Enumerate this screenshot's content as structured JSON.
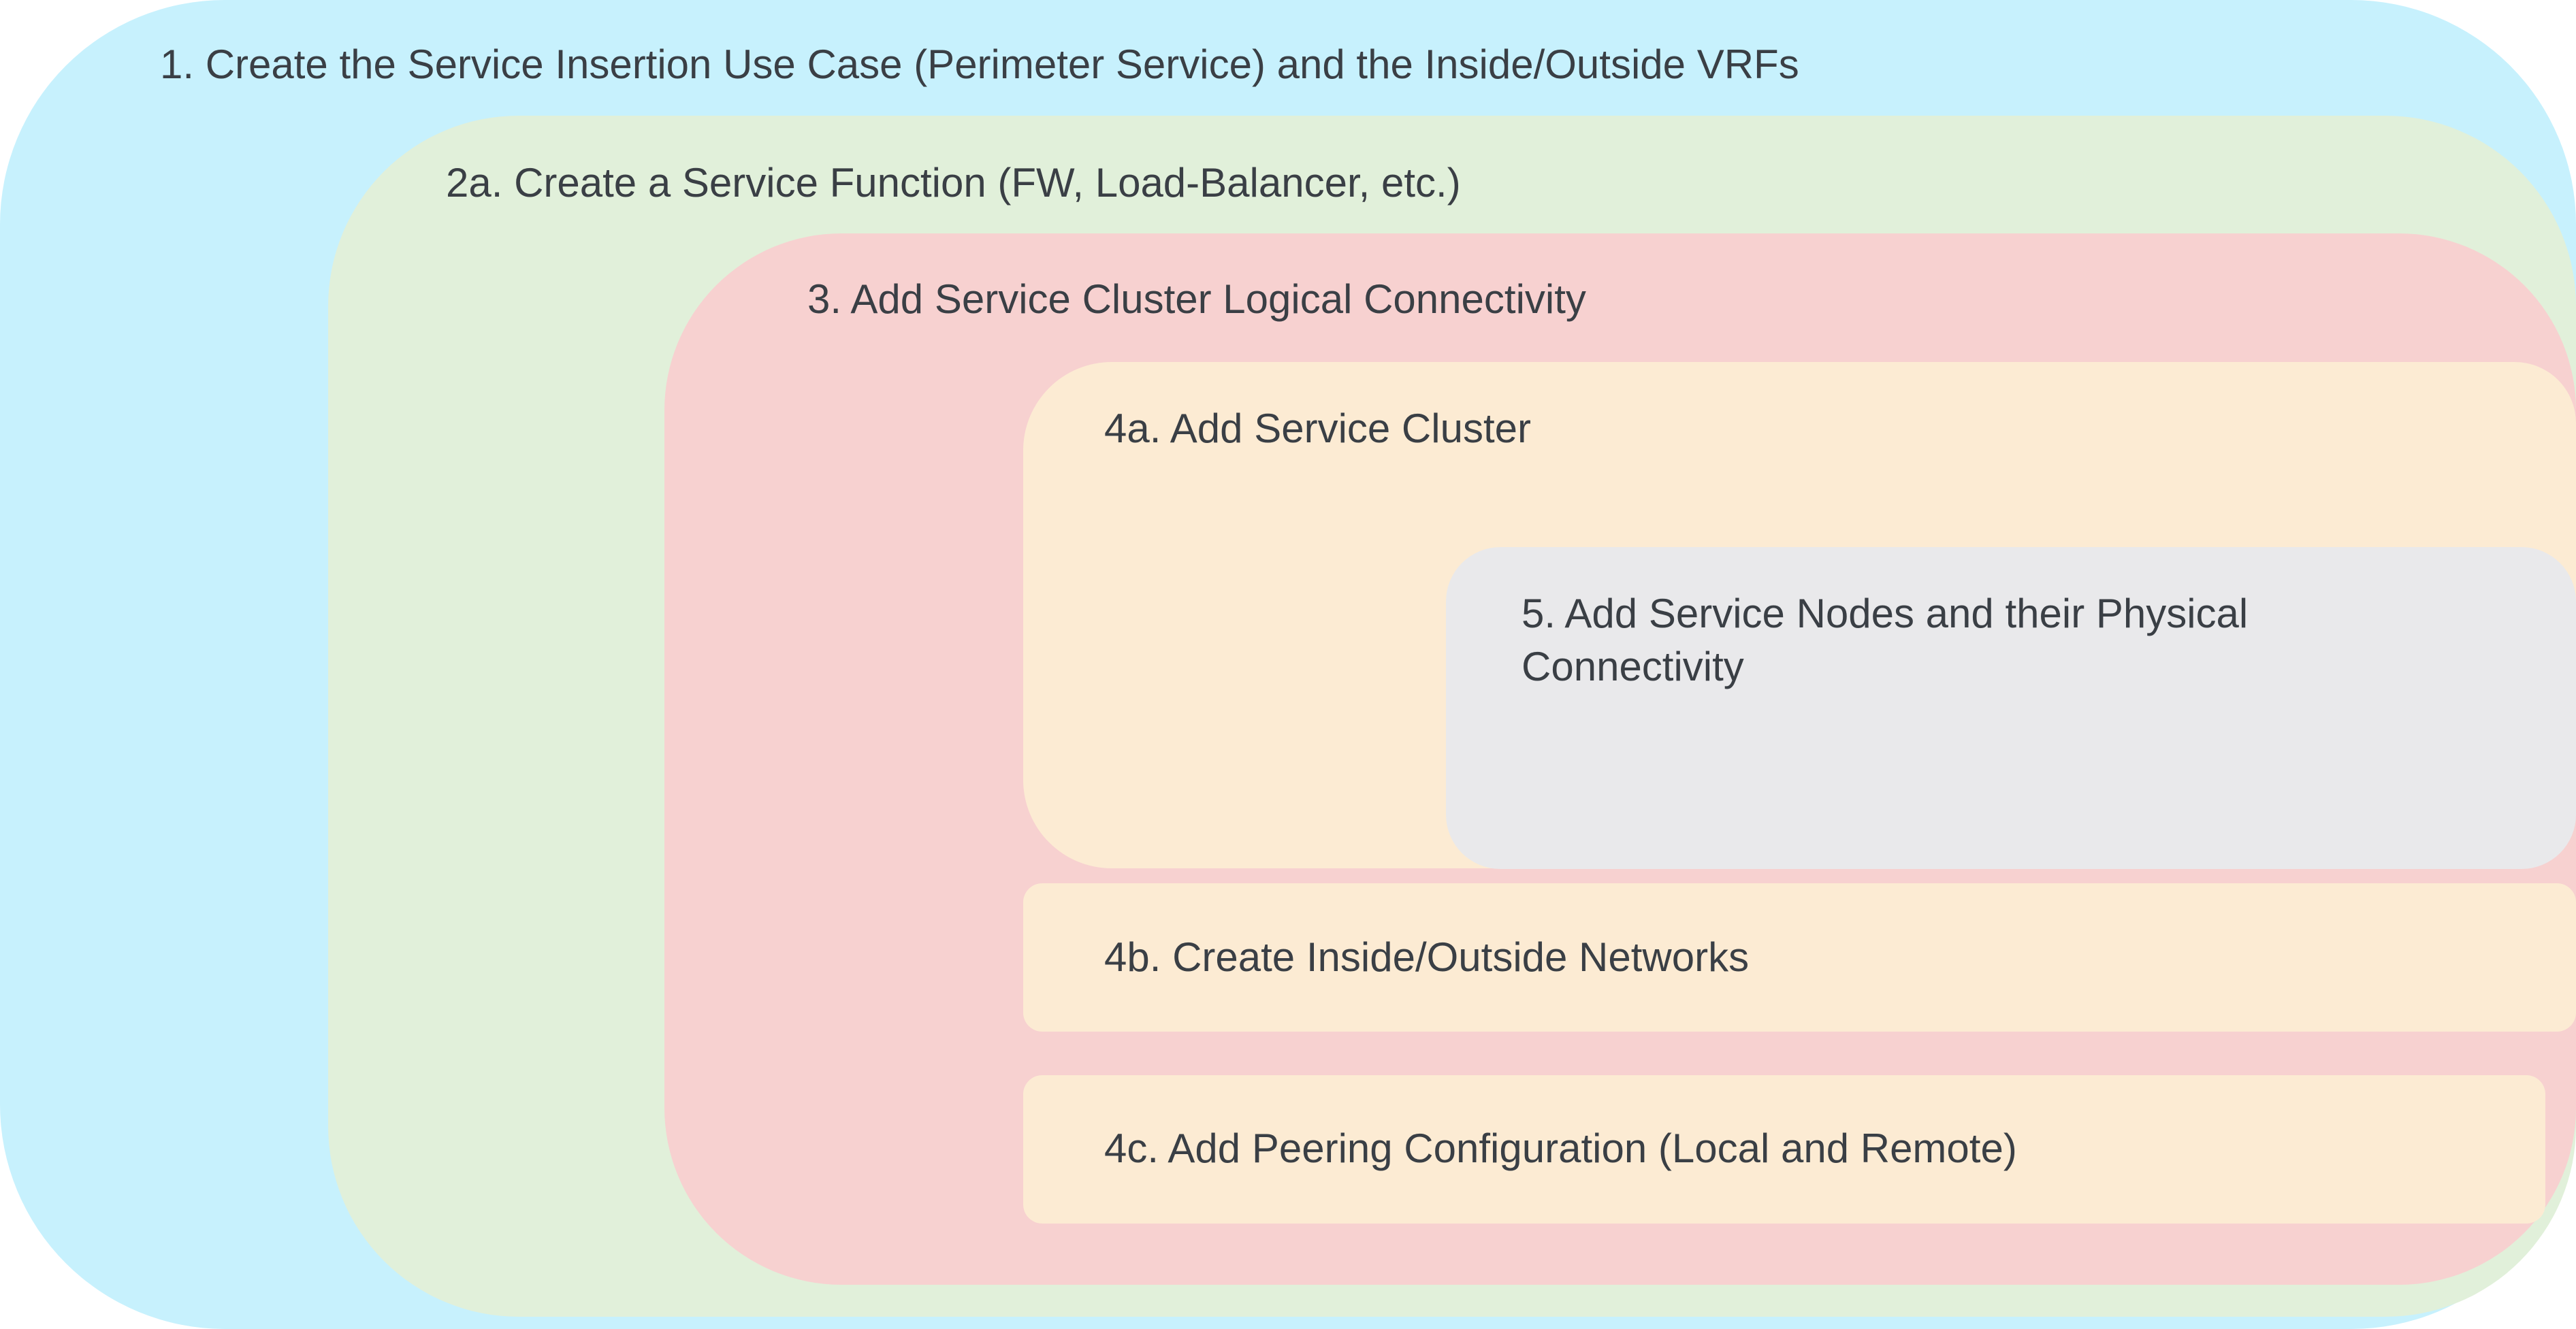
{
  "diagram": {
    "boxes": [
      {
        "id": "1",
        "label": "1. Create the Service Insertion Use Case (Perimeter Service) and the Inside/Outside VRFs",
        "color": "#c7f1fd"
      },
      {
        "id": "2a",
        "label": "2a. Create a Service Function (FW, Load-Balancer, etc.)",
        "color": "#e1f0da"
      },
      {
        "id": "3",
        "label": "3. Add Service Cluster Logical Connectivity",
        "color": "#f7d1d0"
      },
      {
        "id": "4a",
        "label": "4a. Add Service Cluster",
        "color": "#fcebd3"
      },
      {
        "id": "5",
        "label": "5. Add Service Nodes and their Physical\nConnectivity",
        "color": "#e9e9eb"
      },
      {
        "id": "4b",
        "label": "4b. Create Inside/Outside Networks",
        "color": "#fcebd3"
      },
      {
        "id": "4c",
        "label": "4c. Add Peering Configuration (Local and Remote)",
        "color": "#fcebd3"
      }
    ]
  }
}
